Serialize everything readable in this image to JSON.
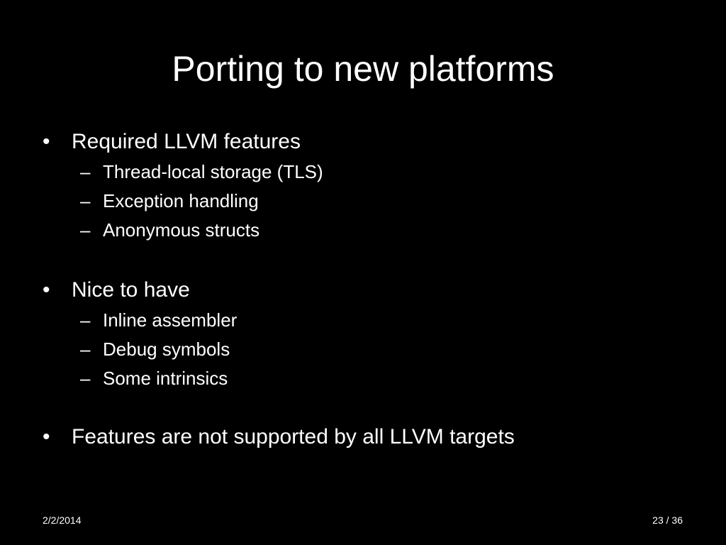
{
  "slide": {
    "title": "Porting to new platforms",
    "bullet_glyph": "•",
    "dash_glyph": "–",
    "sections": [
      {
        "heading": "Required LLVM features",
        "items": [
          "Thread-local storage (TLS)",
          "Exception handling",
          "Anonymous structs"
        ]
      },
      {
        "heading": "Nice to have",
        "items": [
          "Inline assembler",
          "Debug symbols",
          "Some intrinsics"
        ]
      },
      {
        "heading": "Features are not supported by all LLVM targets",
        "items": []
      }
    ],
    "footer": {
      "date": "2/2/2014",
      "page": "23 / 36"
    },
    "colors": {
      "background": "#000000",
      "text": "#ffffff"
    }
  }
}
